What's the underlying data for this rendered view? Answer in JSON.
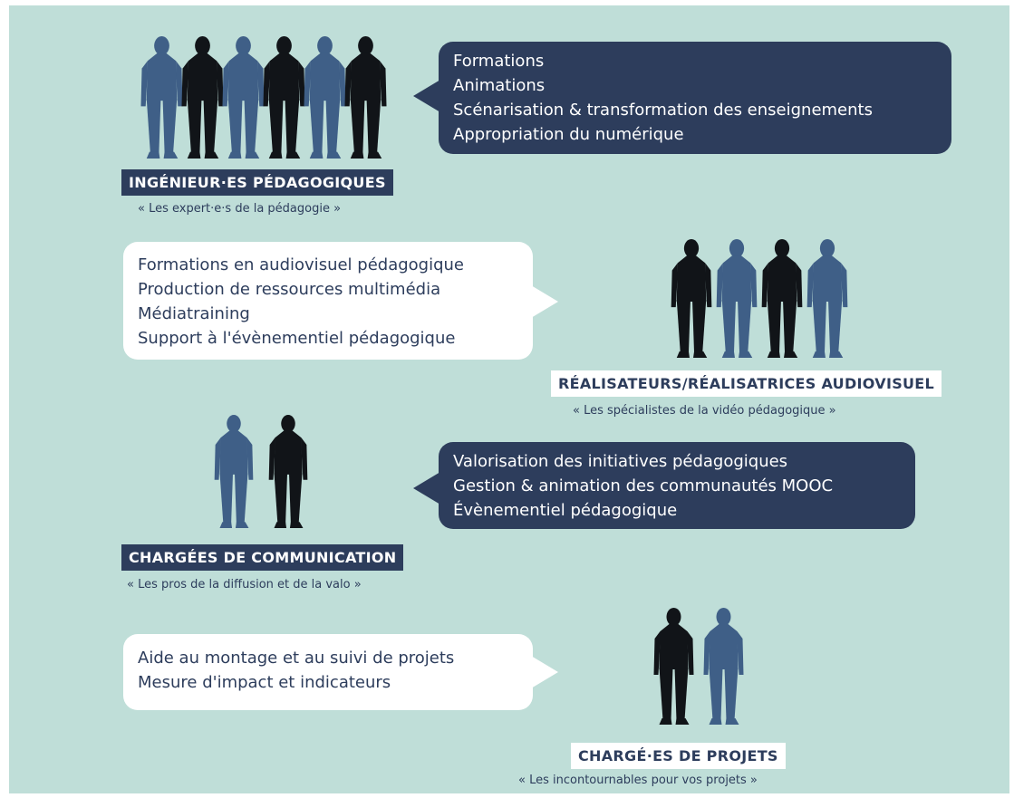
{
  "colors": {
    "background": "#bfded8",
    "navy": "#2d3d5c",
    "blue_person": "#3f5f87",
    "black_person": "#111418",
    "white": "#ffffff"
  },
  "groups": [
    {
      "role": "INGÉNIEUR·ES PÉDAGOGIQUES",
      "tagline": "« Les expert·e·s de la pédagogie »",
      "missions": [
        "Formations",
        "Animations",
        "Scénarisation & transformation des enseignements",
        "Appropriation du numérique"
      ],
      "people_colors": [
        "blue",
        "black",
        "blue",
        "black",
        "blue",
        "black"
      ]
    },
    {
      "role": "RÉALISATEURS/RÉALISATRICES AUDIOVISUEL",
      "tagline": "« Les spécialistes de la vidéo pédagogique »",
      "missions": [
        "Formations en audiovisuel pédagogique",
        "Production de ressources multimédia",
        "Médiatraining",
        "Support à l'évènementiel pédagogique"
      ],
      "people_colors": [
        "black",
        "blue",
        "black",
        "blue"
      ]
    },
    {
      "role": "CHARGÉES DE COMMUNICATION",
      "tagline": "« Les pros de la diffusion et de la valo »",
      "missions": [
        "Valorisation des initiatives pédagogiques",
        "Gestion & animation des communautés MOOC",
        "Évènementiel pédagogique"
      ],
      "people_colors": [
        "blue",
        "black"
      ]
    },
    {
      "role": "CHARGÉ·ES DE PROJETS",
      "tagline": "« Les incontournables pour vos projets »",
      "missions": [
        "Aide au montage et au suivi de projets",
        "Mesure d'impact et indicateurs"
      ],
      "people_colors": [
        "black",
        "blue"
      ]
    }
  ]
}
